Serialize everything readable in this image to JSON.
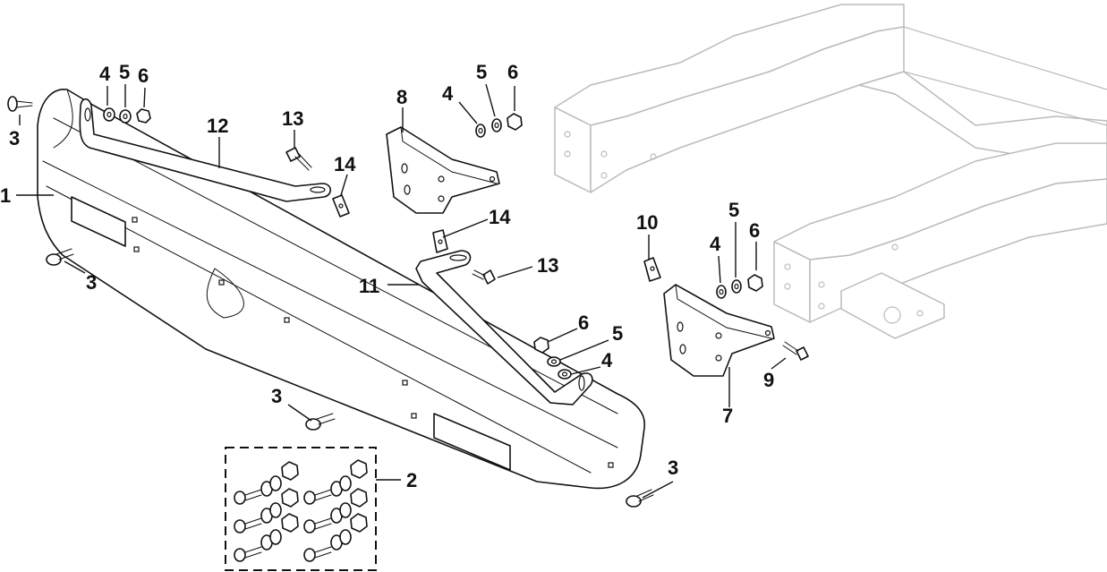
{
  "diagram": {
    "callouts": [
      {
        "id": "c1",
        "text": "1"
      },
      {
        "id": "c2",
        "text": "2"
      },
      {
        "id": "c3a",
        "text": "3"
      },
      {
        "id": "c3b",
        "text": "3"
      },
      {
        "id": "c3c",
        "text": "3"
      },
      {
        "id": "c3d",
        "text": "3"
      },
      {
        "id": "c4a",
        "text": "4"
      },
      {
        "id": "c5a",
        "text": "5"
      },
      {
        "id": "c6a",
        "text": "6"
      },
      {
        "id": "c4b",
        "text": "4"
      },
      {
        "id": "c5b",
        "text": "5"
      },
      {
        "id": "c6b",
        "text": "6"
      },
      {
        "id": "c4c",
        "text": "4"
      },
      {
        "id": "c5c",
        "text": "5"
      },
      {
        "id": "c6c",
        "text": "6"
      },
      {
        "id": "c4d",
        "text": "4"
      },
      {
        "id": "c5d",
        "text": "5"
      },
      {
        "id": "c6d",
        "text": "6"
      },
      {
        "id": "c7",
        "text": "7"
      },
      {
        "id": "c8",
        "text": "8"
      },
      {
        "id": "c9",
        "text": "9"
      },
      {
        "id": "c10",
        "text": "10"
      },
      {
        "id": "c11",
        "text": "11"
      },
      {
        "id": "c12",
        "text": "12"
      },
      {
        "id": "c13a",
        "text": "13"
      },
      {
        "id": "c13b",
        "text": "13"
      },
      {
        "id": "c14a",
        "text": "14"
      },
      {
        "id": "c14b",
        "text": "14"
      }
    ]
  }
}
